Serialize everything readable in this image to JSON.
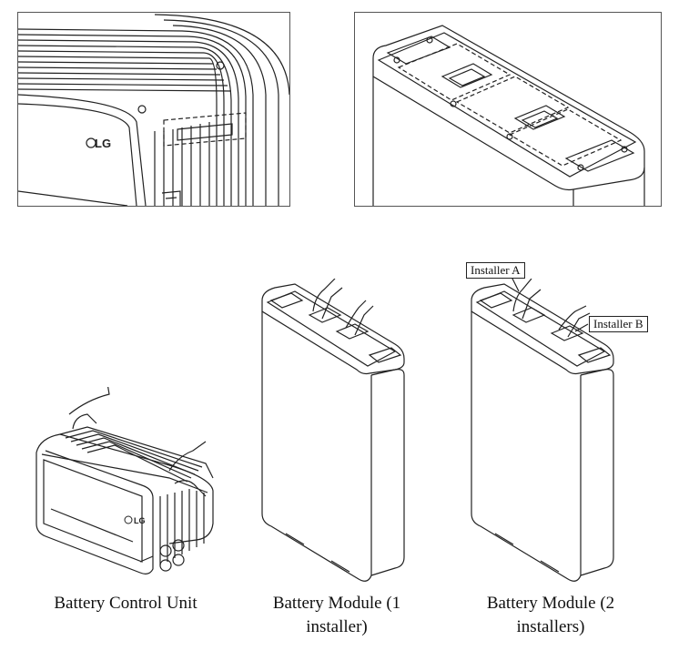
{
  "detail_figures": [
    {
      "name": "control-unit-handle-detail",
      "logo": "LG"
    },
    {
      "name": "battery-module-top-detail"
    }
  ],
  "figures": [
    {
      "caption_lines": [
        "Battery Control Unit"
      ],
      "logo": "LG"
    },
    {
      "caption_lines": [
        "Battery Module (1",
        "installer)"
      ]
    },
    {
      "caption_lines": [
        "Battery Module (2",
        "installers)"
      ]
    }
  ],
  "callouts": {
    "installer_a": "Installer A",
    "installer_b": "Installer B"
  },
  "colors": {
    "line": "#222222",
    "frame": "#555555",
    "background": "#ffffff"
  }
}
